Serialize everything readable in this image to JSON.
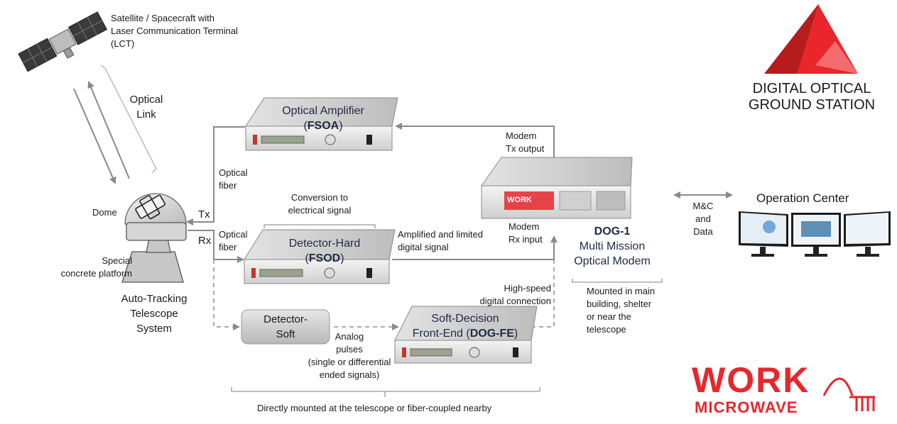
{
  "satellite": {
    "label_lines": [
      "Satellite / Spacecraft with",
      "Laser Communication Terminal",
      "(LCT)"
    ]
  },
  "optical_link": {
    "label_lines": [
      "Optical",
      "Link"
    ]
  },
  "telescope": {
    "dome_label": "Dome",
    "platform_lines": [
      "Special",
      "concrete platform"
    ],
    "system_lines": [
      "Auto-Tracking",
      "Telescope",
      "System"
    ],
    "tx_label": "Tx",
    "rx_label": "Rx"
  },
  "fiber_top": {
    "lines": [
      "Optical",
      "fiber"
    ]
  },
  "fiber_bottom": {
    "lines": [
      "Optical",
      "fiber"
    ]
  },
  "fsoa": {
    "title": "Optical Amplifier",
    "code_open": "(",
    "code": "FSOA",
    "code_close": ")"
  },
  "conversion": {
    "lines": [
      "Conversion to",
      "electrical signal"
    ]
  },
  "fsod": {
    "title": "Detector-Hard",
    "code_open": "(",
    "code": "FSOD",
    "code_close": ")"
  },
  "detector_soft": {
    "lines": [
      "Detector-",
      "Soft"
    ]
  },
  "analog": {
    "lines": [
      "Analog",
      "pulses",
      "(single or differential",
      "ended signals)"
    ]
  },
  "dogfe": {
    "title": "Soft-Decision",
    "prefix": "Front-End (",
    "code": "DOG-FE",
    "suffix": ")"
  },
  "modem_tx": {
    "lines": [
      "Modem",
      "Tx output"
    ]
  },
  "modem_rx": {
    "lines": [
      "Modem",
      "Rx input"
    ]
  },
  "amplified": {
    "lines": [
      "Amplified and limited",
      "digital signal"
    ]
  },
  "highspeed": {
    "lines": [
      "High-speed",
      "digital connection"
    ]
  },
  "dog1": {
    "name": "DOG-1",
    "lines": [
      "Multi Mission",
      "Optical Modem"
    ]
  },
  "mounted_main": {
    "lines": [
      "Mounted in main",
      "building, shelter",
      "or near the",
      "telescope"
    ]
  },
  "mounted_telescope": {
    "label": "Directly mounted at the telescope or fiber-coupled nearby"
  },
  "mc": {
    "lines": [
      "M&C",
      "and",
      "Data"
    ]
  },
  "operation_center": {
    "label": "Operation Center"
  },
  "dogs_logo": {
    "lines": [
      "DIGITAL OPTICAL",
      "GROUND STATION"
    ]
  },
  "work_logo": {
    "word1": "WORK",
    "word2": "MICROWAVE",
    "badge": "WORK"
  },
  "colors": {
    "accent_red": "#e8262b",
    "navy": "#1f2a44",
    "line_gray": "#8a8a8a"
  }
}
